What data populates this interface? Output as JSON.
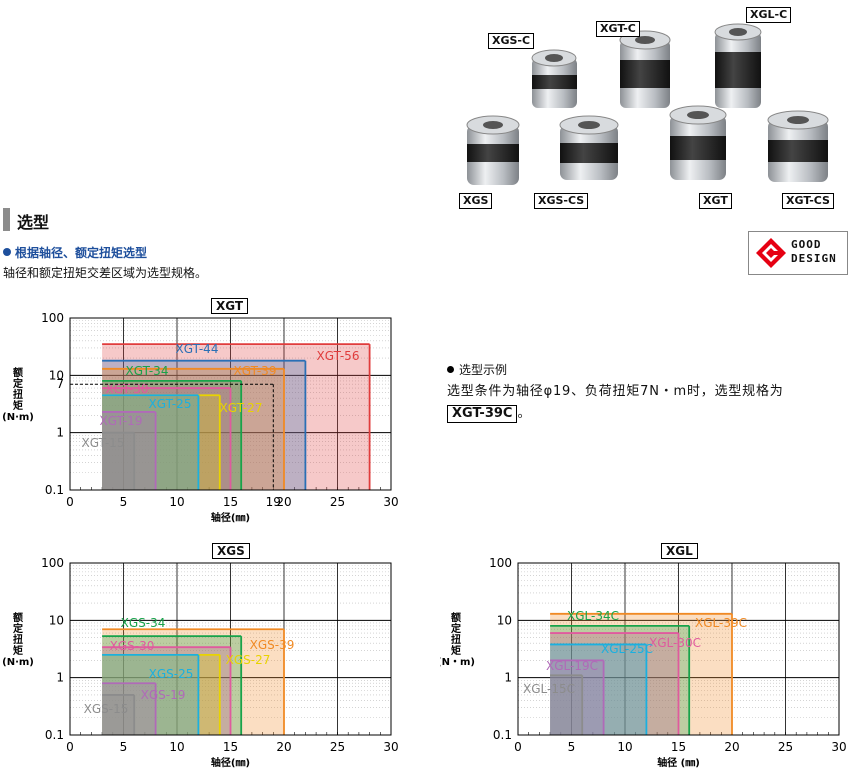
{
  "section": {
    "title": "选型",
    "subtitle": "根据轴径、额定扭矩选型",
    "description": "轴径和额定扭矩交差区域为选型规格。"
  },
  "photos": {
    "labels": [
      "XGS-C",
      "XGT-C",
      "XGL-C",
      "XGS",
      "XGS-CS",
      "XGT",
      "XGT-CS"
    ]
  },
  "badge": {
    "line1": "GOOD",
    "line2": "DESIGN"
  },
  "example": {
    "title": "选型示例",
    "text": "选型条件为轴径φ19、负荷扭矩7N・m时，选型规格为",
    "result": "XGT-39C",
    "suffix": "。"
  },
  "charts": [
    {
      "id": "xgt",
      "title": "XGT",
      "ylabel": "额\n定\n扭\n矩\n(N·m)",
      "xlabel": "轴径(㎜)",
      "xticks": [
        "0",
        "5",
        "10",
        "15",
        "19",
        "20",
        "25",
        "30"
      ],
      "yticks": [
        "100",
        "10",
        "7",
        "1",
        "0.1"
      ],
      "example": {
        "x": 19,
        "y": 7
      }
    },
    {
      "id": "xgs",
      "title": "XGS",
      "ylabel": "额\n定\n扭\n矩\n(N·m)",
      "xlabel": "轴径(㎜)",
      "xticks": [
        "0",
        "5",
        "10",
        "15",
        "20",
        "25",
        "30"
      ],
      "yticks": [
        "100",
        "10",
        "1",
        "0.1"
      ]
    },
    {
      "id": "xgl",
      "title": "XGL",
      "ylabel": "额\n定\n扭\n矩\n(N・m)",
      "xlabel": "轴径 (㎜)",
      "xticks": [
        "0",
        "5",
        "10",
        "15",
        "20",
        "25",
        "30"
      ],
      "yticks": [
        "100",
        "10",
        "1",
        "0.1"
      ]
    }
  ],
  "chart_data": [
    {
      "type": "area",
      "title": "XGT",
      "xlabel": "轴径(㎜)",
      "ylabel": "额定扭矩(N·m)",
      "xlim": [
        0,
        30
      ],
      "ylim": [
        0.1,
        100
      ],
      "yscale": "log",
      "grid": true,
      "series": [
        {
          "name": "XGT-56",
          "x": [
            3,
            28
          ],
          "y": [
            0.1,
            35
          ],
          "color": "#e03c3c"
        },
        {
          "name": "XGT-44",
          "x": [
            3,
            22
          ],
          "y": [
            0.1,
            18
          ],
          "color": "#2a6fb5"
        },
        {
          "name": "XGT-39",
          "x": [
            3,
            20
          ],
          "y": [
            0.1,
            13
          ],
          "color": "#f08a24"
        },
        {
          "name": "XGT-34",
          "x": [
            3,
            16
          ],
          "y": [
            0.1,
            8
          ],
          "color": "#18a34a"
        },
        {
          "name": "XGT-30",
          "x": [
            3,
            15
          ],
          "y": [
            0.1,
            6
          ],
          "color": "#e05a9e"
        },
        {
          "name": "XGT-27",
          "x": [
            3,
            14
          ],
          "y": [
            0.1,
            4.5
          ],
          "color": "#e8d300"
        },
        {
          "name": "XGT-25",
          "x": [
            3,
            12
          ],
          "y": [
            0.1,
            4.5
          ],
          "color": "#1ab0e0"
        },
        {
          "name": "XGT-19",
          "x": [
            3,
            8
          ],
          "y": [
            0.1,
            2.3
          ],
          "color": "#b06ab8"
        },
        {
          "name": "XGT-15",
          "x": [
            3,
            6
          ],
          "y": [
            0.1,
            1
          ],
          "color": "#8c8c8c"
        }
      ]
    },
    {
      "type": "area",
      "title": "XGS",
      "xlabel": "轴径(㎜)",
      "ylabel": "额定扭矩(N·m)",
      "xlim": [
        0,
        30
      ],
      "ylim": [
        0.1,
        100
      ],
      "yscale": "log",
      "grid": true,
      "series": [
        {
          "name": "XGS-39",
          "x": [
            3,
            20
          ],
          "y": [
            0.1,
            7
          ],
          "color": "#f08a24"
        },
        {
          "name": "XGS-34",
          "x": [
            3,
            16
          ],
          "y": [
            0.1,
            5.3
          ],
          "color": "#18a34a"
        },
        {
          "name": "XGS-30",
          "x": [
            3,
            15
          ],
          "y": [
            0.1,
            3.4
          ],
          "color": "#e05a9e"
        },
        {
          "name": "XGS-27",
          "x": [
            3,
            14
          ],
          "y": [
            0.1,
            2.5
          ],
          "color": "#e8d300"
        },
        {
          "name": "XGS-25",
          "x": [
            3,
            12
          ],
          "y": [
            0.1,
            2.5
          ],
          "color": "#1ab0e0"
        },
        {
          "name": "XGS-19",
          "x": [
            3,
            8
          ],
          "y": [
            0.1,
            0.8
          ],
          "color": "#b06ab8"
        },
        {
          "name": "XGS-15",
          "x": [
            3,
            6
          ],
          "y": [
            0.1,
            0.5
          ],
          "color": "#8c8c8c"
        }
      ]
    },
    {
      "type": "area",
      "title": "XGL",
      "xlabel": "轴径 (㎜)",
      "ylabel": "额定扭矩(N・m)",
      "xlim": [
        0,
        30
      ],
      "ylim": [
        0.1,
        100
      ],
      "yscale": "log",
      "grid": true,
      "series": [
        {
          "name": "XGL-39C",
          "x": [
            3,
            20
          ],
          "y": [
            0.1,
            13
          ],
          "color": "#f08a24"
        },
        {
          "name": "XGL-34C",
          "x": [
            3,
            16
          ],
          "y": [
            0.1,
            8
          ],
          "color": "#18a34a"
        },
        {
          "name": "XGL-30C",
          "x": [
            3,
            15
          ],
          "y": [
            0.1,
            6
          ],
          "color": "#e05a9e"
        },
        {
          "name": "XGL-25C",
          "x": [
            3,
            12
          ],
          "y": [
            0.1,
            3.8
          ],
          "color": "#1ab0e0"
        },
        {
          "name": "XGL-19C",
          "x": [
            3,
            8
          ],
          "y": [
            0.1,
            2
          ],
          "color": "#b06ab8"
        },
        {
          "name": "XGL-15C",
          "x": [
            3,
            6
          ],
          "y": [
            0.1,
            1.1
          ],
          "color": "#8c8c8c"
        }
      ]
    }
  ]
}
